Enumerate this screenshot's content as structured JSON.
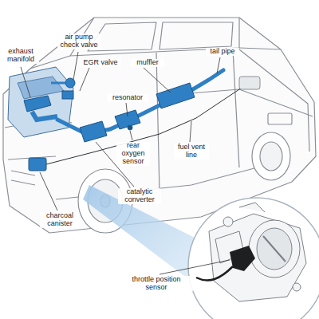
{
  "diagram": {
    "labels": [
      "air pump check valve",
      "exhaust manifold",
      "EGR valve",
      "muffler",
      "tail pipe",
      "resonator",
      "rear oxygen sensor",
      "fuel vent line",
      "catalytic converter",
      "charcoal canister",
      "throttle position sensor"
    ]
  }
}
